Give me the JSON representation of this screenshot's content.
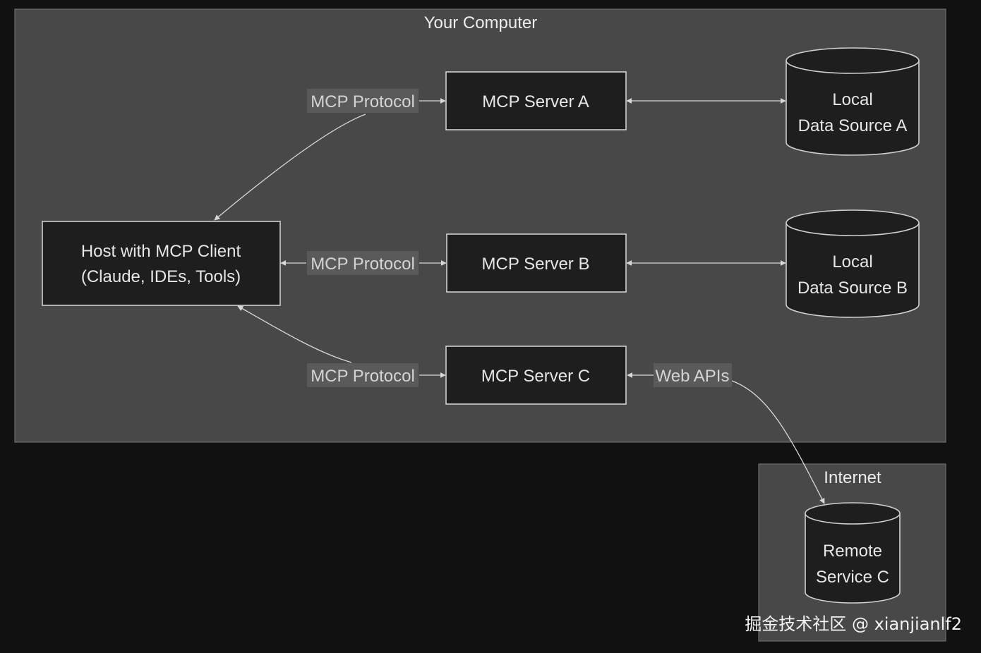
{
  "clusters": {
    "computer": {
      "title": "Your Computer"
    },
    "internet": {
      "title": "Internet"
    }
  },
  "nodes": {
    "host": {
      "line1": "Host with MCP Client",
      "line2": "(Claude, IDEs, Tools)"
    },
    "server_a": {
      "label": "MCP Server A"
    },
    "server_b": {
      "label": "MCP Server B"
    },
    "server_c": {
      "label": "MCP Server C"
    },
    "source_a": {
      "line1": "Local",
      "line2": "Data Source A"
    },
    "source_b": {
      "line1": "Local",
      "line2": "Data Source B"
    },
    "remote_c": {
      "line1": "Remote",
      "line2": "Service C"
    }
  },
  "edges": {
    "host_server_a": {
      "label": "MCP Protocol"
    },
    "host_server_b": {
      "label": "MCP Protocol"
    },
    "host_server_c": {
      "label": "MCP Protocol"
    },
    "server_c_remote": {
      "label": "Web APIs"
    }
  },
  "watermark": "掘金技术社区 @ xianjianlf2",
  "colors": {
    "background": "#111111",
    "cluster_fill": "#484848",
    "node_fill": "#1e1e1e",
    "stroke": "#d0d0d0"
  }
}
